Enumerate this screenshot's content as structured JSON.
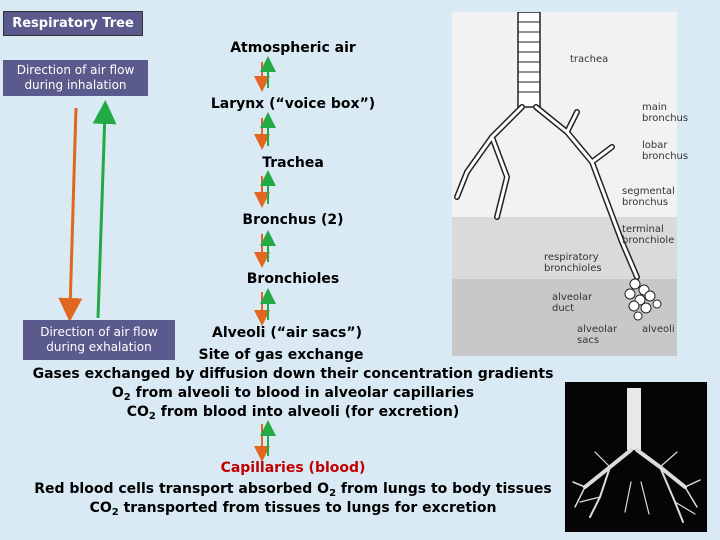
{
  "title": "Respiratory Tree",
  "inhalation_label": [
    "Direction of air flow",
    "during inhalation"
  ],
  "exhalation_label": [
    "Direction of air flow",
    "during  exhalation"
  ],
  "flow": {
    "atmospheric": "Atmospheric air",
    "larynx": "Larynx (“voice box”)",
    "trachea": "Trachea",
    "bronchus": "Bronchus (2)",
    "bronchioles": "Bronchioles",
    "alveoli": "Alveoli (“air sacs”)",
    "gas_site": "Site of gas exchange",
    "diffusion": "Gases exchanged by diffusion down their concentration gradients",
    "o2_prefix": "O",
    "o2_sub": "2",
    "o2_rest": " from alveoli to blood in alveolar capillaries",
    "co2_prefix": "CO",
    "co2_sub": "2",
    "co2_rest": " from blood into alveoli (for excretion)",
    "capillaries": "Capillaries (blood)",
    "rbc_prefix": "Red blood cells transport absorbed O",
    "rbc_sub": "2",
    "rbc_rest": " from lungs to body tissues",
    "co2b_prefix": "CO",
    "co2b_sub": "2",
    "co2b_rest": " transported from tissues to lungs for excretion"
  },
  "figure_labels": {
    "trachea": "trachea",
    "main_bronchus": [
      "main",
      "bronchus"
    ],
    "lobar_bronchus": [
      "lobar",
      "bronchus"
    ],
    "segmental_bronchus": [
      "segmental",
      "bronchus"
    ],
    "terminal_bronchiole": [
      "terminal",
      "bronchiole"
    ],
    "respiratory_bronchioles": [
      "respiratory",
      "bronchioles"
    ],
    "alveolar_duct": [
      "alveolar",
      "duct"
    ],
    "alveolar_sacs": [
      "alveolar",
      "sacs"
    ],
    "alveoli": "alveoli"
  },
  "colors": {
    "box": "#5a5a8c",
    "orange_arrow": "#e2661f",
    "green_arrow": "#22aa44",
    "capillaries_text": "#c00000",
    "background": "#d9eaf5"
  }
}
